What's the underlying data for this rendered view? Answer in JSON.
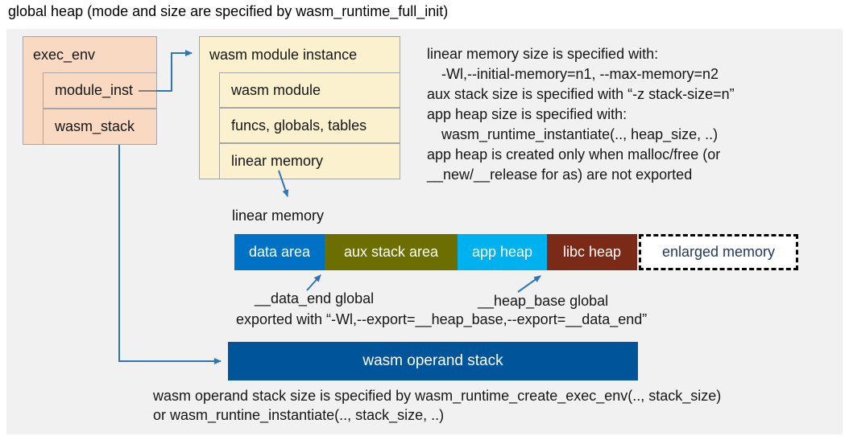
{
  "title": "global heap (mode and size are specified by wasm_runtime_full_init)",
  "exec_env": {
    "header": "exec_env",
    "rows": [
      "module_inst",
      "wasm_stack"
    ]
  },
  "module_instance": {
    "header": "wasm module instance",
    "rows": [
      "wasm module",
      "funcs, globals, tables",
      "linear memory"
    ]
  },
  "notes": [
    "linear memory size is specified with:",
    "-Wl,--initial-memory=n1, --max-memory=n2",
    "aux stack size is specified with “-z stack-size=n”",
    "app heap size is specified with:",
    "wasm_runtime_instantiate(.., heap_size, ..)",
    "app heap is created only when malloc/free (or",
    "__new/__release for as) are not exported"
  ],
  "linear_memory": {
    "label": "linear memory",
    "segments": [
      {
        "label": "data area",
        "color": "#0072C5"
      },
      {
        "label": "aux stack area",
        "color": "#6C6E00"
      },
      {
        "label": "app heap",
        "color": "#00B1F0"
      },
      {
        "label": "libc heap",
        "color": "#7C2A18"
      },
      {
        "label": "enlarged memory",
        "color": "#FFFFFF"
      }
    ]
  },
  "annotations": {
    "data_end": "__data_end global",
    "heap_base": "__heap_base global",
    "exported": "exported with “-Wl,--export=__heap_base,--export=__data_end”"
  },
  "operand_stack": {
    "label": "wasm operand stack"
  },
  "footer": [
    "wasm operand stack size is specified by wasm_runtime_create_exec_env(.., stack_size)",
    "or wasm_runtine_instantiate(.., stack_size, ..)"
  ],
  "colors": {
    "panel-bg": "#F1F1F1",
    "box-pink": "#FAD9C3",
    "box-yellow": "#FCF1CE",
    "box-border": "#A6A6A6",
    "seg-data-area": "#0072C5",
    "seg-aux-stack": "#6C6E00",
    "seg-app-heap": "#00B1F0",
    "seg-libc-heap": "#7C2A18",
    "enlarged-text": "#1F3864",
    "operand-stack": "#00559A",
    "arrow-blue": "#2E75B6"
  }
}
